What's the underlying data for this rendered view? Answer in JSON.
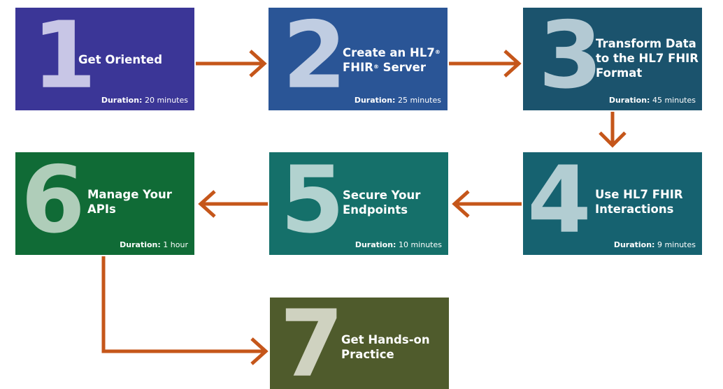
{
  "steps": [
    {
      "number": "1",
      "title_line1": "Get Oriented",
      "title_line2": "",
      "title_line3": "",
      "duration_label": "Duration:",
      "duration_value": "20 minutes",
      "color": "#3b3697",
      "numeral_color": "#c8c6e6"
    },
    {
      "number": "2",
      "title_line1": "Create an HL7",
      "title_line2": "FHIR",
      "title_line2_rest": " Server",
      "title_line3": "",
      "duration_label": "Duration:",
      "duration_value": "25 minutes",
      "color": "#2a5596",
      "numeral_color": "#c0cde2"
    },
    {
      "number": "3",
      "title_line1": "Transform Data",
      "title_line2": "to the HL7 FHIR",
      "title_line3": "Format",
      "duration_label": "Duration:",
      "duration_value": "45 minutes",
      "color": "#1b536d",
      "numeral_color": "#b3c9d3"
    },
    {
      "number": "4",
      "title_line1": "Use HL7 FHIR",
      "title_line2": "Interactions",
      "title_line3": "",
      "duration_label": "Duration:",
      "duration_value": "9 minutes",
      "color": "#166270",
      "numeral_color": "#b2cdd2"
    },
    {
      "number": "5",
      "title_line1": "Secure Your",
      "title_line2": "Endpoints",
      "title_line3": "",
      "duration_label": "Duration:",
      "duration_value": "10 minutes",
      "color": "#15706a",
      "numeral_color": "#b2d2cf"
    },
    {
      "number": "6",
      "title_line1": "Manage Your",
      "title_line2": "APIs",
      "title_line3": "",
      "duration_label": "Duration:",
      "duration_value": "1 hour",
      "color": "#106b36",
      "numeral_color": "#afcdb9"
    },
    {
      "number": "7",
      "title_line1": "Get Hands-on",
      "title_line2": "Practice",
      "title_line3": "",
      "color": "#4f5b2c",
      "numeral_color": "#cfd2c0"
    }
  ],
  "registered_mark": "®",
  "arrow_color": "#c5561a"
}
